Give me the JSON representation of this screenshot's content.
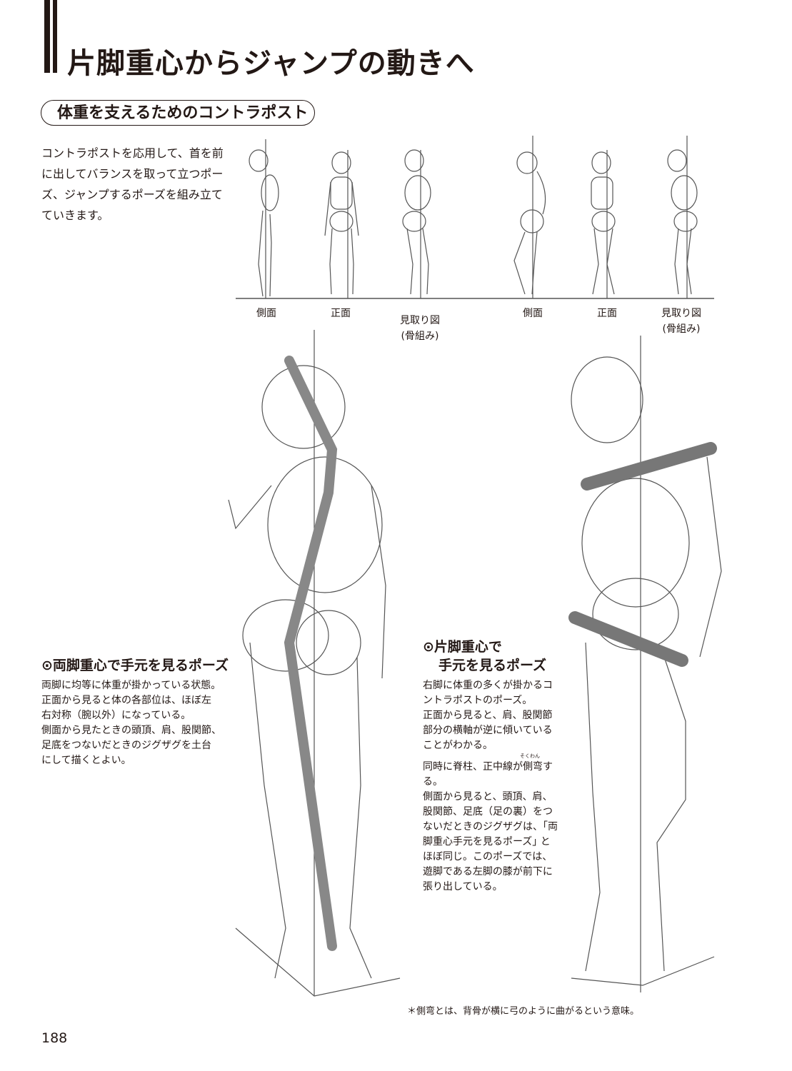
{
  "title": "片脚重心からジャンプの動きへ",
  "section_heading": "体重を支えるためのコントラポスト",
  "intro_lines": [
    "コントラポストを応用して、首を前",
    "に出してバランスを取って立つポー",
    "ズ、ジャンプするポーズを組み立て",
    "ていきます。"
  ],
  "figure_labels": [
    "側面",
    "正面",
    "見取り図",
    "(骨組み)",
    "側面",
    "正面",
    "見取り図",
    "(骨組み)"
  ],
  "pose1": {
    "heading": "⊙両脚重心で手元を見るポーズ",
    "lines": [
      "両脚に均等に体重が掛かっている状態。",
      "正面から見ると体の各部位は、ほぼ左",
      "右対称（腕以外）になっている。",
      "側面から見たときの頭頂、肩、股関節、",
      "足底をつないだときのジグザグを土台",
      "にして描くとよい。"
    ]
  },
  "pose2": {
    "heading_line1": "⊙片脚重心で",
    "heading_line2": "手元を見るポーズ",
    "lines": [
      "右脚に体重の多くが掛かるコ",
      "ントラポストのポーズ。",
      "正面から見ると、肩、股関節",
      "部分の横軸が逆に傾いている",
      "ことがわかる。",
      "同時に脊柱、正中線が側弯す",
      "る。",
      "側面から見ると、頭頂、肩、",
      "股関節、足底（足の裏）をつ",
      "ないだときのジグザグは、｢両",
      "脚重心手元を見るポーズ｣ と",
      "ほぼ同じ。このポーズでは、",
      "遊脚である左脚の膝が前下に",
      "張り出している。"
    ],
    "ruby": "そくわん"
  },
  "footnote": "＊側弯とは、背骨が横に弓のように曲がるという意味。",
  "page_number": "188"
}
